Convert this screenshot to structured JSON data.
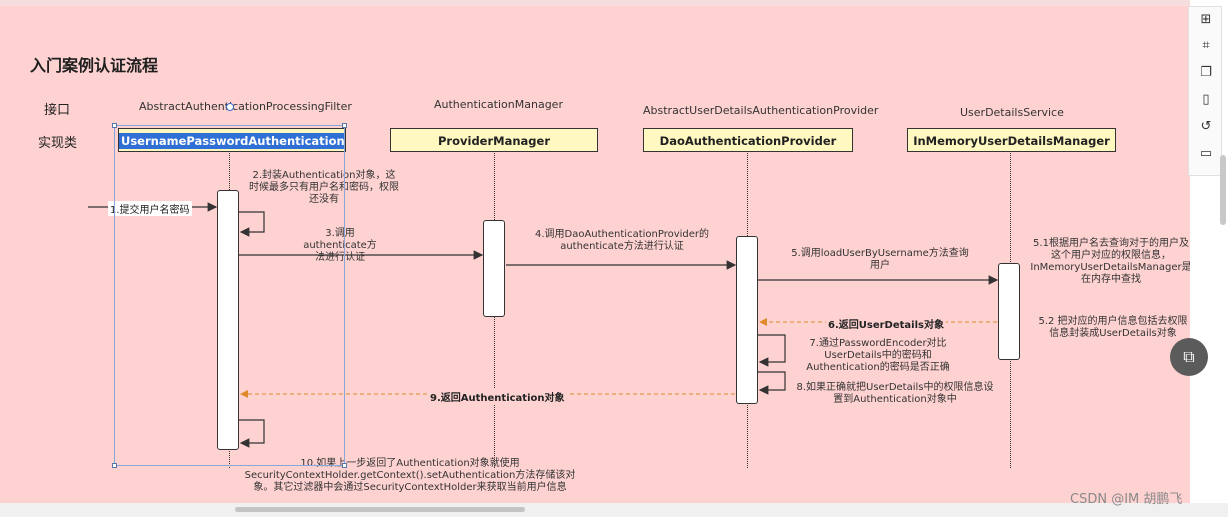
{
  "title": "入门案例认证流程",
  "row_labels": {
    "interface": "接口",
    "impl": "实现类"
  },
  "interfaces": {
    "filter": "AbstractAuthenticationProcessingFilter",
    "manager": "AuthenticationManager",
    "provider": "AbstractUserDetailsAuthenticationProvider",
    "service": "UserDetailsService"
  },
  "classes": {
    "filter": "UsernamePasswordAuthenticationFilter",
    "manager": "ProviderManager",
    "provider": "DaoAuthenticationProvider",
    "service": "InMemoryUserDetailsManager"
  },
  "messages": {
    "m1": "1.提交用户名密码",
    "m2": "2.封装Authentication对象，这时候最多只有用户名和密码，权限还没有",
    "m3": "3.调用authenticate方法进行认证",
    "m4": "4.调用DaoAuthenticationProvider的authenticate方法进行认证",
    "m5": "5.调用loadUserByUsername方法查询用户",
    "m51": "5.1根据用户名去查询对于的用户及这个用户对应的权限信息，InMemoryUserDetailsManager是在内存中查找",
    "m52": "5.2 把对应的用户信息包括去权限信息封装成UserDetails对象",
    "m6": "6.返回UserDetails对象",
    "m7": "7.通过PasswordEncoder对比UserDetails中的密码和Authentication的密码是否正确",
    "m8": "8.如果正确就把UserDetails中的权限信息设置到Authentication对象中",
    "m9": "9.返回Authentication对象",
    "m10": "10.如果上一步返回了Authentication对象就使用SecurityContextHolder.getContext().setAuthentication方法存储该对象。其它过滤器中会通过SecurityContextHolder来获取当前用户信息"
  },
  "toolbar": [
    "format-shape-icon",
    "crop-icon",
    "copy-icon",
    "page-icon",
    "history-icon",
    "comment-icon"
  ],
  "watermark": "CSDN @IM 胡鹏飞",
  "colors": {
    "background": "#ffd2d2",
    "classbox": "#fff8c0",
    "return_arrow": "#e08a2a",
    "call_arrow": "#333333"
  }
}
